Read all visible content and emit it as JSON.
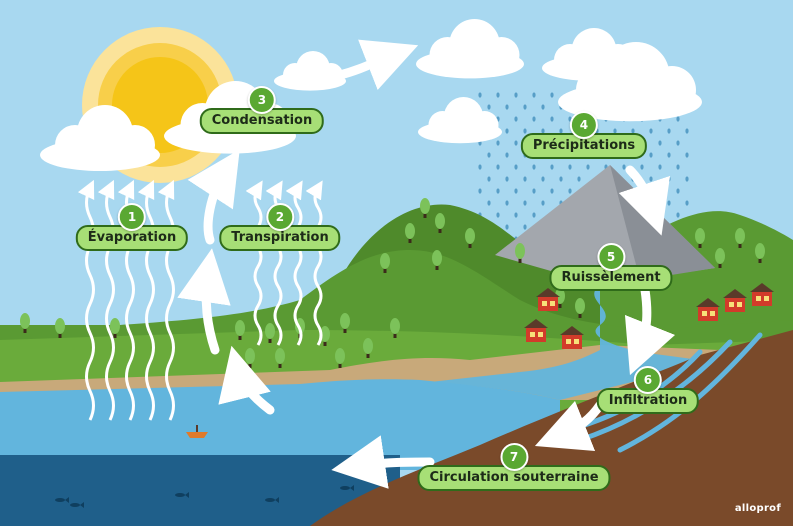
{
  "steps": [
    {
      "number": "1",
      "label": "Évaporation"
    },
    {
      "number": "2",
      "label": "Transpiration"
    },
    {
      "number": "3",
      "label": "Condensation"
    },
    {
      "number": "4",
      "label": "Précipitations"
    },
    {
      "number": "5",
      "label": "Ruissèlement"
    },
    {
      "number": "6",
      "label": "Infiltration"
    },
    {
      "number": "7",
      "label": "Circulation souterraine"
    }
  ],
  "brand": "alloprof",
  "colors": {
    "sky": "#a8d8f0",
    "label_fill": "#a7df76",
    "label_border": "#2f6b1a",
    "number_fill": "#5aa832",
    "water": "#62b5dd",
    "soil": "#7a4a2a",
    "sun": "#f5c518"
  },
  "icons": [
    "sun-icon",
    "cloud-icon",
    "rain-icon",
    "mountain-icon",
    "tree-icon",
    "house-icon",
    "boat-icon",
    "fish-icon",
    "arrow-icon"
  ]
}
